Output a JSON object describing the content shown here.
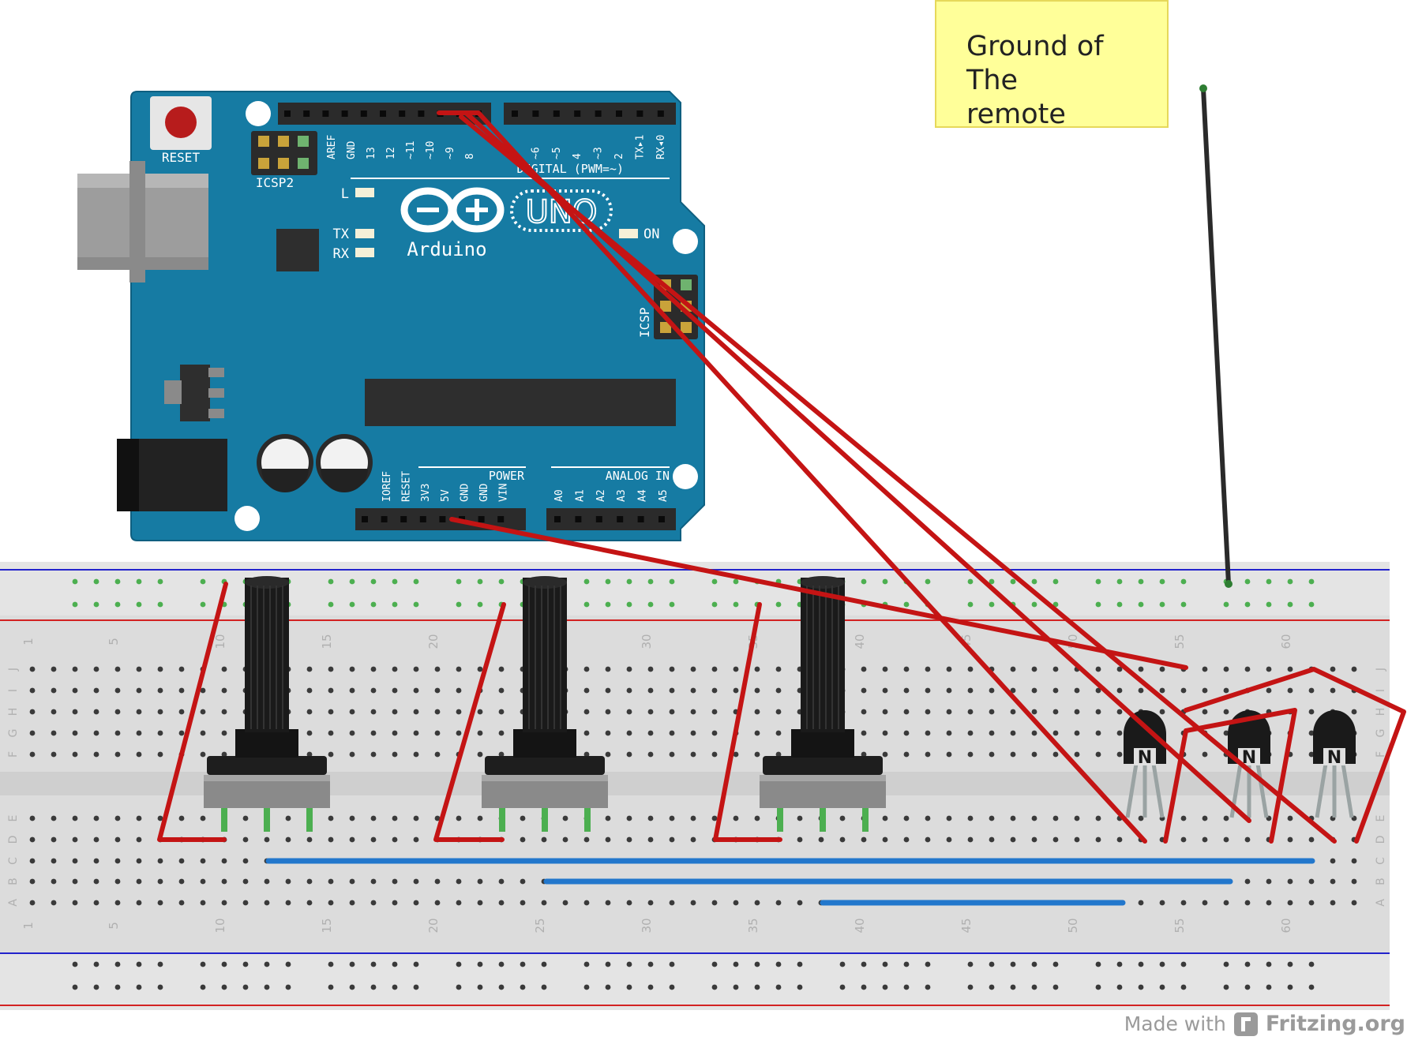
{
  "note": {
    "text_line1": "Ground of The",
    "text_line2": "remote"
  },
  "footer": {
    "made_with": "Made with",
    "brand": "Fritzing.org"
  },
  "arduino": {
    "reset_label": "RESET",
    "icsp2_label": "ICSP2",
    "icsp_label": "ICSP",
    "logo_text": "Arduino",
    "model_text": "UNO",
    "led_labels": [
      "L",
      "TX",
      "RX"
    ],
    "on_label": "ON",
    "digital_header": "DIGITAL (PWM=~)",
    "digital_pins_left": [
      "AREF",
      "GND",
      "13",
      "12",
      "~11",
      "~10",
      "~9",
      "8"
    ],
    "digital_pins_right": [
      "7",
      "~6",
      "~5",
      "4",
      "~3",
      "2",
      "TX▸1",
      "RX◂0"
    ],
    "power_header": "POWER",
    "power_pins": [
      "IOREF",
      "RESET",
      "3V3",
      "5V",
      "GND",
      "GND",
      "VIN"
    ],
    "analog_header": "ANALOG IN",
    "analog_pins": [
      "A0",
      "A1",
      "A2",
      "A3",
      "A4",
      "A5"
    ],
    "colors": {
      "board": "#167ba3",
      "text": "#ffffff"
    }
  },
  "breadboard": {
    "row_letters_top": [
      "J",
      "I",
      "H",
      "G",
      "F"
    ],
    "row_letters_bottom": [
      "E",
      "D",
      "C",
      "B",
      "A"
    ],
    "column_numbers": [
      "1",
      "5",
      "10",
      "15",
      "20",
      "25",
      "30",
      "35",
      "40",
      "45",
      "50",
      "55",
      "60"
    ],
    "colors": {
      "body": "#dcdcdc",
      "rail_red": "#d22",
      "rail_blue": "#22c"
    }
  },
  "transistor": {
    "label": "N"
  },
  "wire_colors": {
    "red": "#c41414",
    "blue": "#2277cc",
    "black": "#2a2a2a"
  }
}
